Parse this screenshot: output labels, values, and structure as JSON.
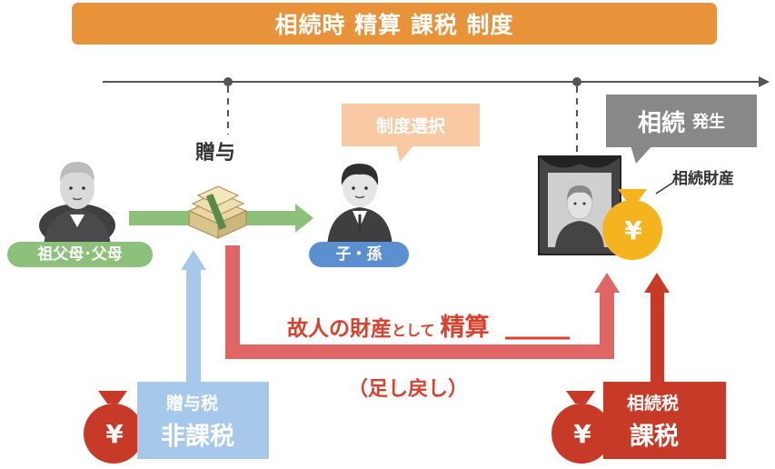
{
  "title": "相続時 精算 課税 制度",
  "labels": {
    "grandparents": "祖父母･父母",
    "children": "子・孫",
    "gift": "贈与",
    "system_choice": "制度選択",
    "inheritance": "相続",
    "occurs": "発生",
    "inherited_assets": "相続財産",
    "settle_prefix": "故人の財産",
    "settle_mid": "として",
    "settle_main": "精算",
    "addback": "（足し戻し）",
    "gift_tax": "贈与税",
    "non_taxable": "非課税",
    "inheritance_tax": "相続税",
    "taxable": "課税"
  },
  "icons": {
    "yen_symbol": "¥"
  },
  "colors": {
    "title_bar": "#e8923a",
    "green": "#8dc07a",
    "blue_pill": "#5a8fd0",
    "light_blue": "#a6c8ea",
    "red_arrow": "#e06565",
    "dark_red": "#c83a28",
    "gray_box": "#888888",
    "speech_orange": "#f8c9a2",
    "gold": "#f5b31f"
  }
}
